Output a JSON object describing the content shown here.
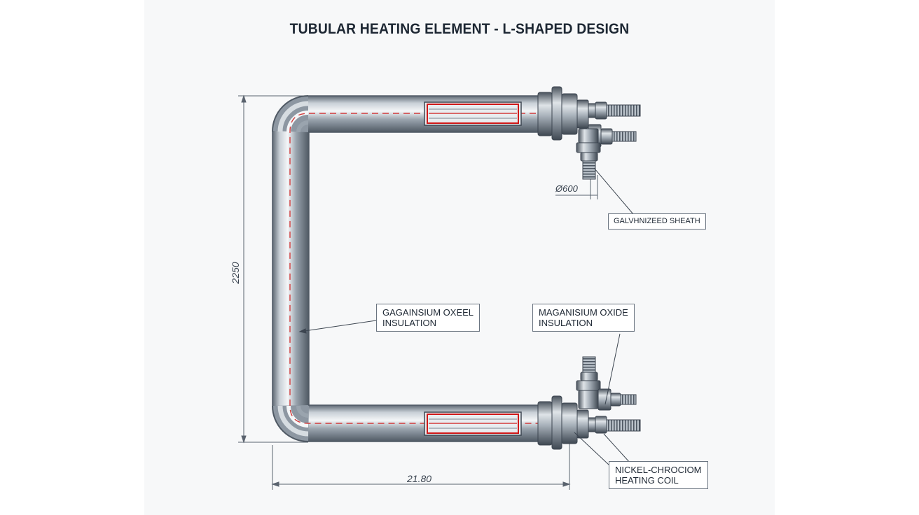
{
  "title": "TUBULAR HEATING ELEMENT - L-SHAPED DESIGN",
  "dimensions": {
    "height": "2250",
    "width": "21.80",
    "diameter": "Ø600"
  },
  "callouts": {
    "sheath": {
      "line1": "GALVHNIZEED SHEATH"
    },
    "left_insulation": {
      "line1": "GAGAINSIUM OXEEL",
      "line2": "INSULATION"
    },
    "right_insulation": {
      "line1": "MAGANISIUM OXIDE",
      "line2": "INSULATION"
    },
    "coil": {
      "line1": "NICKEL-CHROCIOM",
      "line2": "HEATING COIL"
    }
  },
  "colors": {
    "tube_dark": "#6f7a86",
    "tube_light": "#eef1f4",
    "coil_red": "#d01818",
    "line": "#4a5360"
  }
}
